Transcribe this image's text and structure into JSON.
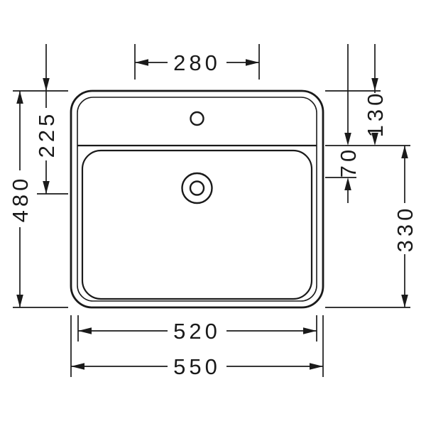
{
  "page": {
    "background": "#ffffff",
    "ink": "#1a1a1a"
  },
  "drawing": {
    "labels": {
      "top_width": "280",
      "left_depth_upper": "225",
      "left_depth_overall": "480",
      "right_depth_top": "130",
      "right_depth_mid": "70",
      "right_depth_lower": "330",
      "bottom_width_inner": "520",
      "bottom_width_overall": "550"
    }
  }
}
